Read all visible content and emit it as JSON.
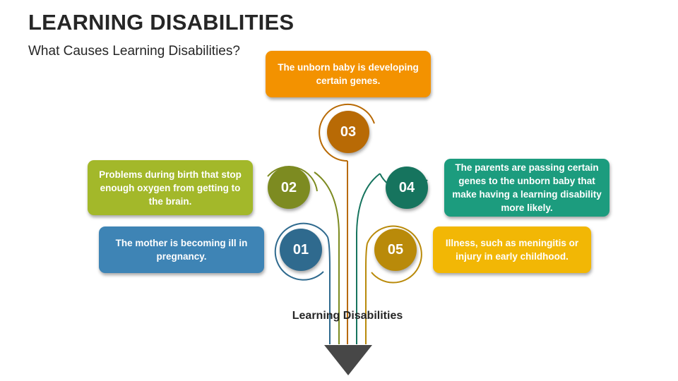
{
  "header": {
    "title": "LEARNING DISABILITIES",
    "subtitle": "What Causes Learning Disabilities?"
  },
  "center_label": "Learning Disabilities",
  "colors": {
    "blue": "#3e84b5",
    "olive": "#a3b82a",
    "orange": "#f39200",
    "teal": "#1c9c7e",
    "yellow": "#f2b705",
    "blue_dark": "#2f6a8e",
    "olive_dark": "#7d8b21",
    "orange_dark": "#b86a05",
    "teal_dark": "#16745e",
    "yellow_dark": "#b98a0a",
    "arrow": "#474747"
  },
  "items": [
    {
      "number": "01",
      "text": "The mother is becoming ill in pregnancy.",
      "color": "blue"
    },
    {
      "number": "02",
      "text": "Problems during birth that stop enough oxygen from getting to the brain.",
      "color": "olive"
    },
    {
      "number": "03",
      "text": "The unborn baby is developing certain genes.",
      "color": "orange"
    },
    {
      "number": "04",
      "text": "The parents are passing certain genes to the unborn baby that make having a learning disability more likely.",
      "color": "teal"
    },
    {
      "number": "05",
      "text": "Illness, such as meningitis or injury in early childhood.",
      "color": "yellow"
    }
  ]
}
